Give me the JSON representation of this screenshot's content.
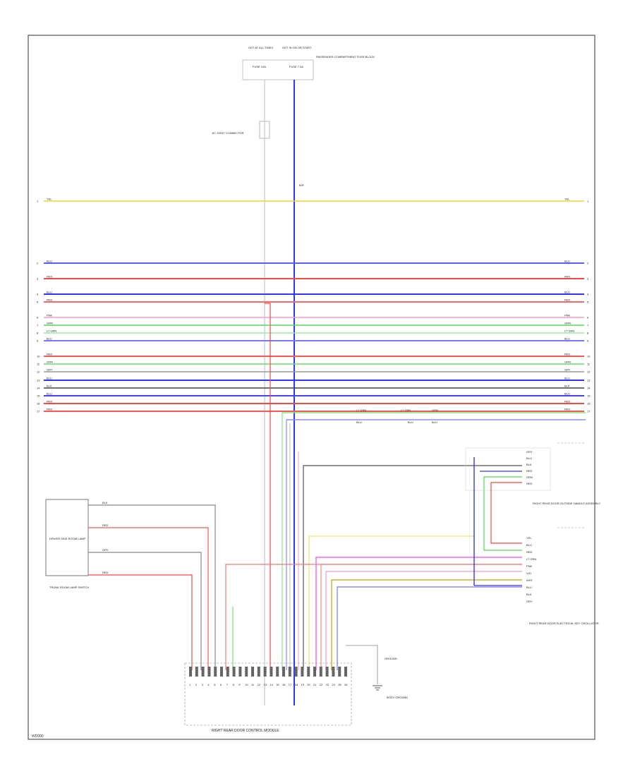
{
  "bus_wires": [
    {
      "label": "YEL",
      "color": "#f2d13a",
      "pin": "1"
    },
    {
      "label": "BLU",
      "color": "#5b5bff",
      "pin": "2"
    },
    {
      "label": "RED",
      "color": "#ff4444",
      "pin": "3"
    },
    {
      "label": "BLU",
      "color": "#3333ff",
      "pin": "4"
    },
    {
      "label": "RED",
      "color": "#ff6666",
      "pin": "5"
    },
    {
      "label": "PNK",
      "color": "#ff9ac0",
      "pin": "6"
    },
    {
      "label": "GRN",
      "color": "#55dd55",
      "pin": "7"
    },
    {
      "label": "LT GRN",
      "color": "#99ee99",
      "pin": "8"
    },
    {
      "label": "BLU",
      "color": "#7777ff",
      "pin": "9"
    },
    {
      "label": "RED",
      "color": "#ff5555",
      "pin": "10"
    },
    {
      "label": "GRN",
      "color": "#66dd66",
      "pin": "11"
    },
    {
      "label": "GRY",
      "color": "#999999",
      "pin": "12"
    },
    {
      "label": "BLU",
      "color": "#3333ff",
      "pin": "13"
    },
    {
      "label": "BLK",
      "color": "#444444",
      "pin": "14"
    },
    {
      "label": "BLU",
      "color": "#4444ff",
      "pin": "15"
    },
    {
      "label": "RED",
      "color": "#ff4444",
      "pin": "16"
    },
    {
      "label": "RED",
      "color": "#ff5555",
      "pin": "17"
    }
  ],
  "labels": {
    "top_fuse_left": "HOT AT ALL TIMES",
    "top_fuse_right": "HOT IN ON OR START",
    "fuse_box": "PASSENGER COMPARTMENT FUSE BLOCK",
    "fuse_a": "FUSE 10A",
    "fuse_b": "FUSE 7.5A",
    "joint_connector": "J/C JOINT CONNECTOR",
    "br_label": "B/R",
    "left_switch_label": "TRUNK ROOM LAMP SWITCH",
    "left_switch_sub": "DRIVER SIDE ROOM LAMP",
    "right_mid_connector": "RIGHT REAR DOOR OUTSIDE HANDLE ASSEMBLY",
    "right_bottom_connector": "RIGHT REAR DOOR ELECTRICAL KEY OSCILLATOR",
    "bottom_module": "RIGHT REAR DOOR CONTROL MODULE",
    "ground_label": "GROUND",
    "ground_sub": "BODY GROUND",
    "footer_code": "WD000"
  },
  "stub_labels": {
    "a": "LT GRN",
    "b": "BLU",
    "c": "LT GRN",
    "d": "BLU",
    "e": "GRN",
    "f": "BLU"
  },
  "right_mid_pins": [
    "GRY",
    "BLU",
    "BLK",
    "RED",
    "GRN",
    "RED"
  ],
  "right_bottom_pins": [
    "YEL",
    "BLU",
    "RED",
    "LT GRN",
    "PNK",
    "VIO",
    "WHT",
    "BLU",
    "BLK",
    "GRY"
  ],
  "left_switch_pins": [
    "BLK",
    "RED",
    "GRY",
    "RED"
  ],
  "bottom_pins": [
    "1",
    "2",
    "3",
    "4",
    "5",
    "6",
    "7",
    "8",
    "9",
    "10",
    "11",
    "12",
    "13",
    "14",
    "15",
    "16",
    "17",
    "18",
    "19",
    "20",
    "21",
    "22",
    "23",
    "24",
    "25",
    "26"
  ]
}
